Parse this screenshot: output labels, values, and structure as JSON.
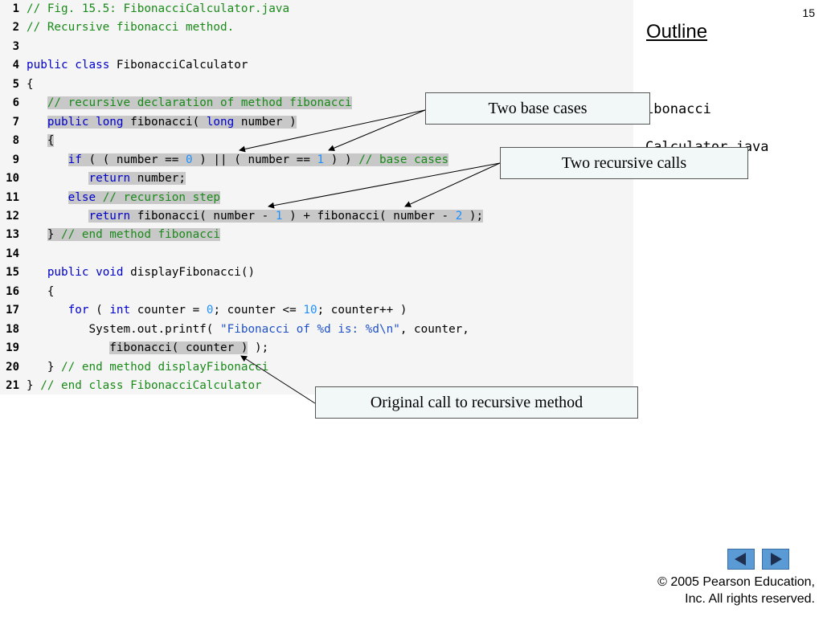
{
  "page_number": "15",
  "outline": "Outline",
  "side_labels": [
    "ibonacci",
    "Calculator.java"
  ],
  "callouts": {
    "base_cases": "Two base cases",
    "recursive_calls": "Two recursive calls",
    "original_call": "Original call to recursive method"
  },
  "copyright": [
    "© 2005 Pearson Education,",
    "Inc.  All rights reserved."
  ],
  "nav": {
    "prev": "previous-slide",
    "next": "next-slide"
  },
  "colors": {
    "keyword": "#0000cc",
    "comment": "#1a8a1a",
    "number": "#1e90ff",
    "string": "#1e50c8",
    "highlight": "#c8c8c8",
    "nav_button": "#5b9bd5"
  },
  "code_lines": [
    {
      "n": "1",
      "segs": [
        {
          "t": "// Fig. 15.5: FibonacciCalculator.java",
          "c": "cm"
        }
      ]
    },
    {
      "n": "2",
      "segs": [
        {
          "t": "// Recursive fibonacci method.",
          "c": "cm"
        }
      ]
    },
    {
      "n": "3",
      "segs": []
    },
    {
      "n": "4",
      "segs": [
        {
          "t": "public",
          "c": "kw"
        },
        {
          "t": " "
        },
        {
          "t": "class",
          "c": "kw"
        },
        {
          "t": " FibonacciCalculator"
        }
      ]
    },
    {
      "n": "5",
      "segs": [
        {
          "t": "{"
        }
      ]
    },
    {
      "n": "6",
      "segs": [
        {
          "t": "   "
        },
        {
          "t": "// recursive declaration of method fibonacci",
          "c": "cm",
          "h": true
        }
      ]
    },
    {
      "n": "7",
      "segs": [
        {
          "t": "   "
        },
        {
          "t": "public",
          "c": "kw",
          "h": true
        },
        {
          "t": " ",
          "h": true
        },
        {
          "t": "long",
          "c": "kw",
          "h": true
        },
        {
          "t": " fibonacci( ",
          "h": true
        },
        {
          "t": "long",
          "c": "kw",
          "h": true
        },
        {
          "t": " number )",
          "h": true
        }
      ]
    },
    {
      "n": "8",
      "segs": [
        {
          "t": "   "
        },
        {
          "t": "{",
          "h": true
        }
      ]
    },
    {
      "n": "9",
      "segs": [
        {
          "t": "      "
        },
        {
          "t": "if",
          "c": "kw",
          "h": true
        },
        {
          "t": " ( ( number == ",
          "h": true
        },
        {
          "t": "0",
          "c": "num",
          "h": true
        },
        {
          "t": " ) || ( number == ",
          "h": true
        },
        {
          "t": "1",
          "c": "num",
          "h": true
        },
        {
          "t": " ) ) ",
          "h": true
        },
        {
          "t": "// base cases",
          "c": "cm",
          "h": true
        }
      ]
    },
    {
      "n": "10",
      "segs": [
        {
          "t": "         "
        },
        {
          "t": "return",
          "c": "kw",
          "h": true
        },
        {
          "t": " number;",
          "h": true
        }
      ]
    },
    {
      "n": "11",
      "segs": [
        {
          "t": "      "
        },
        {
          "t": "else",
          "c": "kw",
          "h": true
        },
        {
          "t": " ",
          "h": true
        },
        {
          "t": "// recursion step",
          "c": "cm",
          "h": true
        }
      ]
    },
    {
      "n": "12",
      "segs": [
        {
          "t": "         "
        },
        {
          "t": "return",
          "c": "kw",
          "h": true
        },
        {
          "t": " fibonacci( number - ",
          "h": true
        },
        {
          "t": "1",
          "c": "num",
          "h": true
        },
        {
          "t": " ) + fibonacci( number - ",
          "h": true
        },
        {
          "t": "2",
          "c": "num",
          "h": true
        },
        {
          "t": " );",
          "h": true
        }
      ]
    },
    {
      "n": "13",
      "segs": [
        {
          "t": "   "
        },
        {
          "t": "} ",
          "h": true
        },
        {
          "t": "// end method fibonacci",
          "c": "cm",
          "h": true
        }
      ]
    },
    {
      "n": "14",
      "segs": []
    },
    {
      "n": "15",
      "segs": [
        {
          "t": "   "
        },
        {
          "t": "public",
          "c": "kw"
        },
        {
          "t": " "
        },
        {
          "t": "void",
          "c": "kw"
        },
        {
          "t": " displayFibonacci()"
        }
      ]
    },
    {
      "n": "16",
      "segs": [
        {
          "t": "   {"
        }
      ]
    },
    {
      "n": "17",
      "segs": [
        {
          "t": "      "
        },
        {
          "t": "for",
          "c": "kw"
        },
        {
          "t": " ( "
        },
        {
          "t": "int",
          "c": "kw"
        },
        {
          "t": " counter = "
        },
        {
          "t": "0",
          "c": "num"
        },
        {
          "t": "; counter <= "
        },
        {
          "t": "10",
          "c": "num"
        },
        {
          "t": "; counter++ )"
        }
      ]
    },
    {
      "n": "18",
      "segs": [
        {
          "t": "         System.out.printf( "
        },
        {
          "t": "\"Fibonacci of %d is: %d\\n\"",
          "c": "str"
        },
        {
          "t": ", counter,"
        }
      ]
    },
    {
      "n": "19",
      "segs": [
        {
          "t": "            "
        },
        {
          "t": "fibonacci( counter )",
          "h": true
        },
        {
          "t": " );"
        }
      ]
    },
    {
      "n": "20",
      "segs": [
        {
          "t": "   } "
        },
        {
          "t": "// end method displayFibonacci",
          "c": "cm"
        }
      ]
    },
    {
      "n": "21",
      "segs": [
        {
          "t": "} "
        },
        {
          "t": "// end class FibonacciCalculator",
          "c": "cm"
        }
      ]
    }
  ]
}
